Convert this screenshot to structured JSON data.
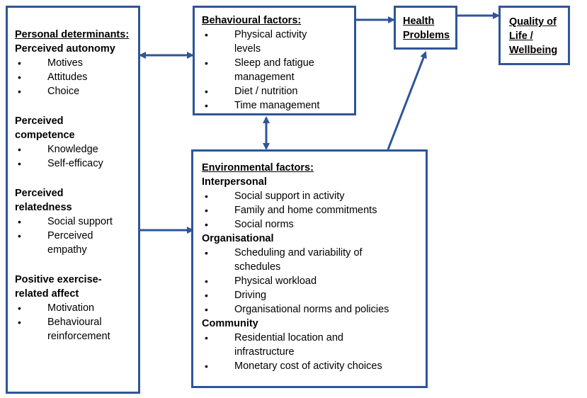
{
  "personal": {
    "title": "Personal determinants:",
    "sections": [
      {
        "heading": "Perceived autonomy",
        "items": [
          "Motives",
          "Attitudes",
          "Choice"
        ]
      },
      {
        "heading": "Perceived competence",
        "items": [
          "Knowledge",
          "Self-efficacy"
        ]
      },
      {
        "heading": "Perceived relatedness",
        "items": [
          "Social support",
          "Perceived empathy"
        ]
      },
      {
        "heading": "Positive exercise-related affect",
        "items": [
          "Motivation",
          "Behavioural reinforcement"
        ]
      }
    ]
  },
  "behavioural": {
    "title": "Behavioural factors:",
    "items": [
      "Physical activity levels",
      "Sleep and fatigue management",
      "Diet / nutrition",
      "Time management"
    ]
  },
  "environmental": {
    "title": "Environmental factors:",
    "sections": [
      {
        "heading": "Interpersonal",
        "items": [
          "Social support in activity",
          "Family and home commitments",
          "Social norms"
        ]
      },
      {
        "heading": "Organisational",
        "items": [
          "Scheduling and variability of schedules",
          "Physical workload",
          "Driving",
          "Organisational norms and policies"
        ]
      },
      {
        "heading": "Community",
        "items": [
          "Residential location and infrastructure",
          "Monetary cost of activity choices"
        ]
      }
    ]
  },
  "health": {
    "title": "Health Problems"
  },
  "quality": {
    "title": "Quality of Life / Wellbeing"
  },
  "colors": {
    "border": "#2f5597",
    "arrow": "#2f5597"
  }
}
